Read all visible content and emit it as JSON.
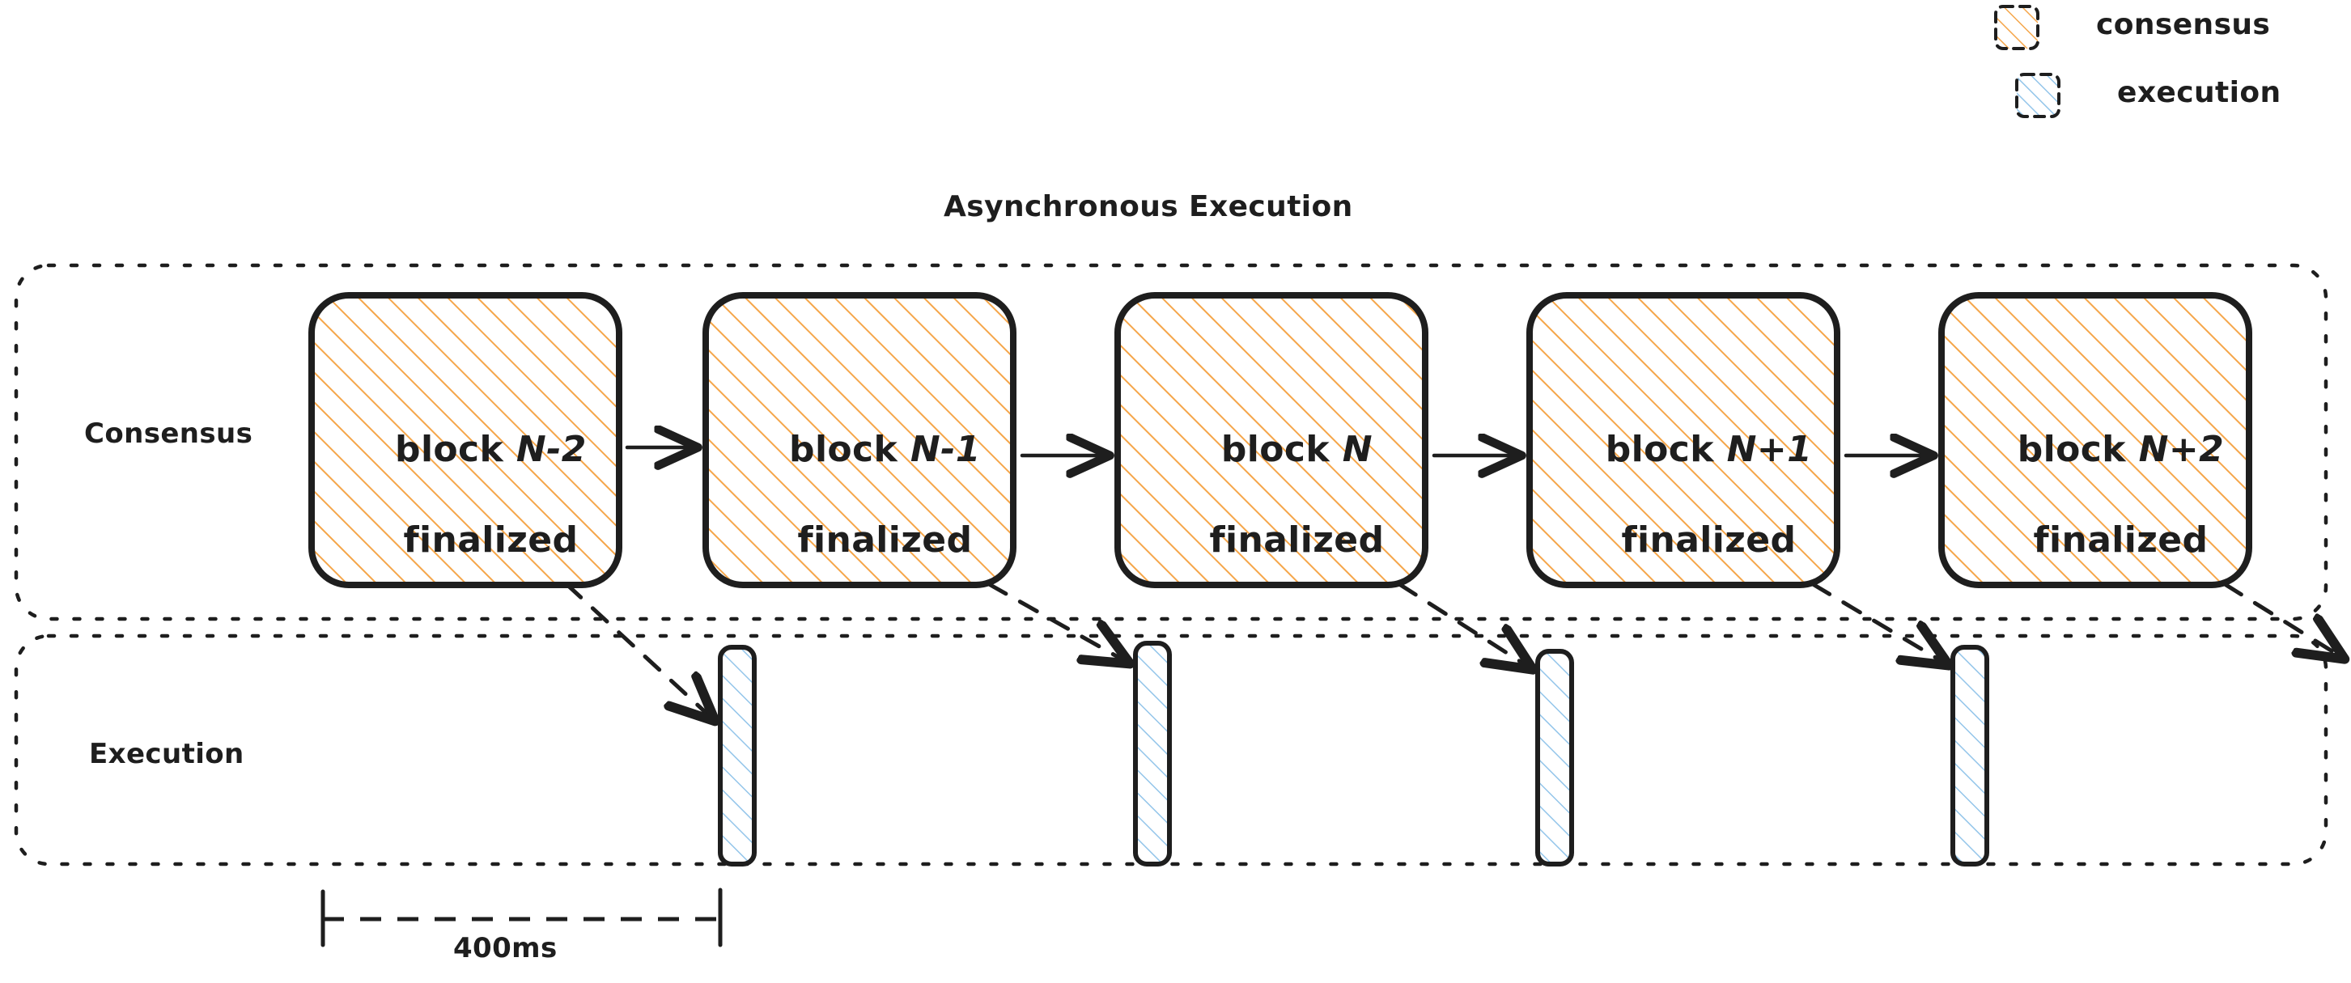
{
  "diagram": {
    "title": "Asynchronous Execution",
    "colors": {
      "consensus_fill": "#f5a64a",
      "execution_fill": "#93c5ea",
      "stroke": "#1e1e1e",
      "background": "#ffffff"
    },
    "legend": {
      "items": [
        {
          "label": "consensus",
          "swatch_color": "#f5a64a",
          "icon": "hatched-square-icon"
        },
        {
          "label": "execution",
          "swatch_color": "#93c5ea",
          "icon": "hatched-square-icon"
        }
      ]
    },
    "lanes": [
      {
        "id": "consensus",
        "label": "Consensus"
      },
      {
        "id": "execution",
        "label": "Execution"
      }
    ],
    "consensus_blocks": [
      {
        "id": "n-2",
        "line1": "block ",
        "var": "N-2",
        "line2": "finalized"
      },
      {
        "id": "n-1",
        "line1": "block ",
        "var": "N-1",
        "line2": "finalized"
      },
      {
        "id": "n",
        "line1": "block ",
        "var": "N",
        "line2": "finalized"
      },
      {
        "id": "n+1",
        "line1": "block ",
        "var": "N+1",
        "line2": "finalized"
      },
      {
        "id": "n+2",
        "line1": "block ",
        "var": "N+2",
        "line2": "finalized"
      }
    ],
    "execution_bars": [
      {
        "id": "exec-n-2"
      },
      {
        "id": "exec-n-1"
      },
      {
        "id": "exec-n"
      },
      {
        "id": "exec-n+1"
      }
    ],
    "measurement": {
      "label": "400ms",
      "value": 400,
      "unit": "ms"
    }
  }
}
